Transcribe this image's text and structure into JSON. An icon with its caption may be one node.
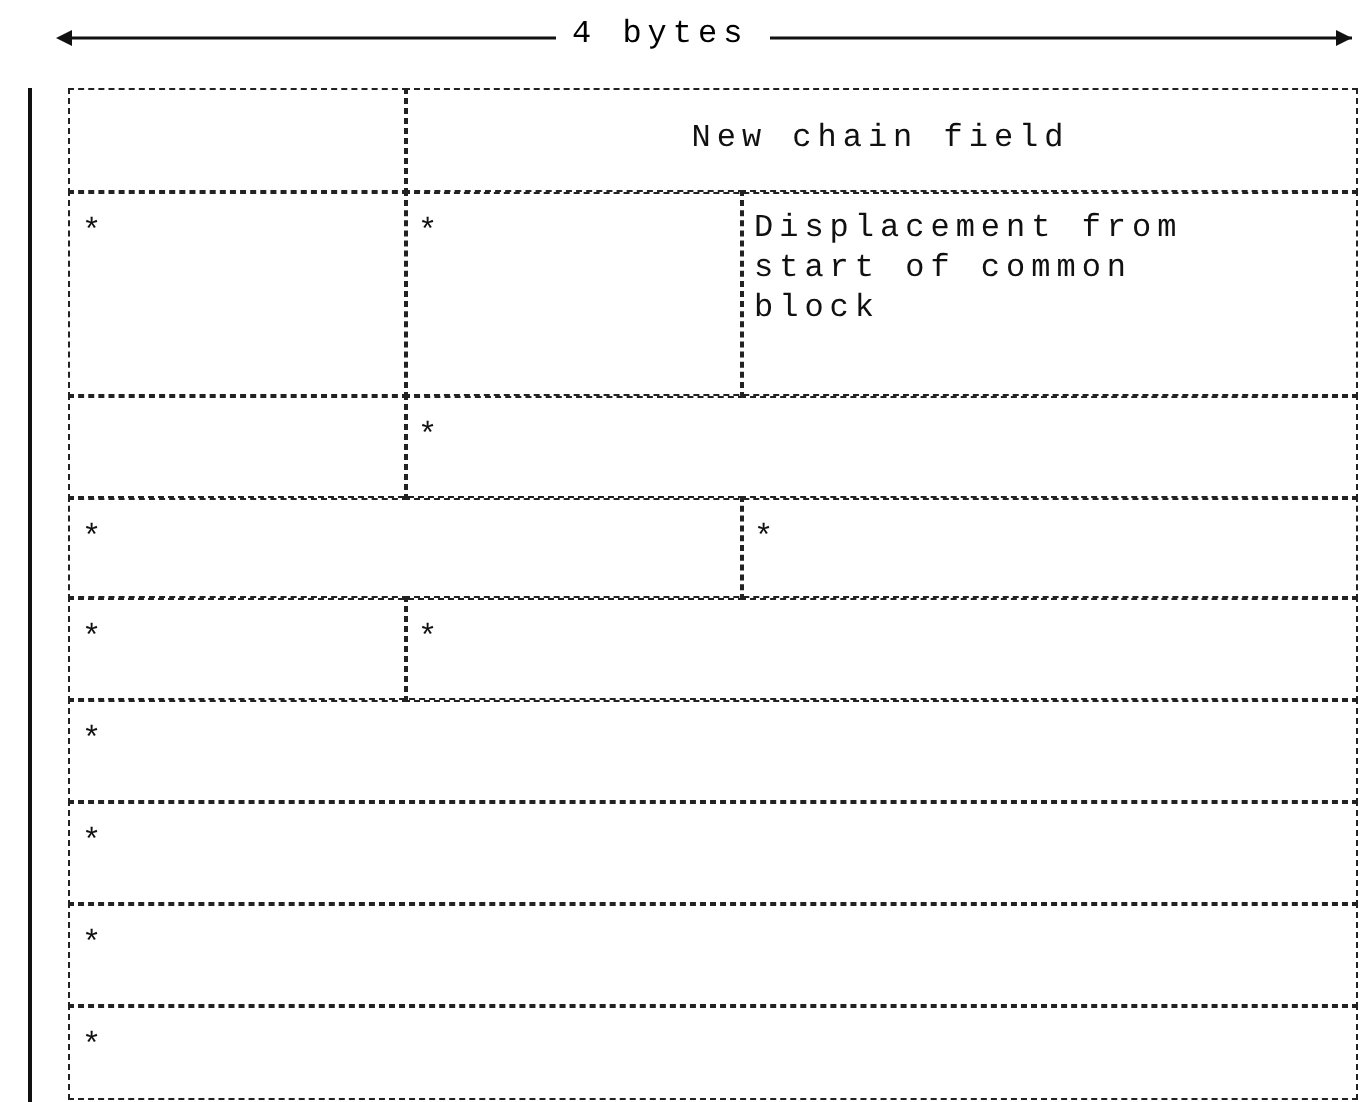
{
  "diagram": {
    "nodes": [
      {
        "text": [],
        "shape": "box"
      },
      {
        "text": [
          "New chain field"
        ]
      },
      {
        "text": [
          "*"
        ]
      },
      {
        "text": [
          "*"
        ]
      },
      {
        "text": [
          "Displacement from start of common block"
        ]
      },
      {
        "text": [],
        "shape": "box"
      },
      {
        "text": [
          "*"
        ]
      },
      {
        "text": [
          "*"
        ]
      },
      {
        "text": [
          "*"
        ]
      },
      {
        "text": [
          "*"
        ]
      },
      {
        "text": [
          "*"
        ]
      },
      {
        "text": [
          "*"
        ]
      },
      {
        "text": [
          "*"
        ]
      },
      {
        "text": [
          "*"
        ]
      },
      {
        "text": [
          "*"
        ]
      }
    ],
    "labels": [
      "4 bytes"
    ]
  }
}
